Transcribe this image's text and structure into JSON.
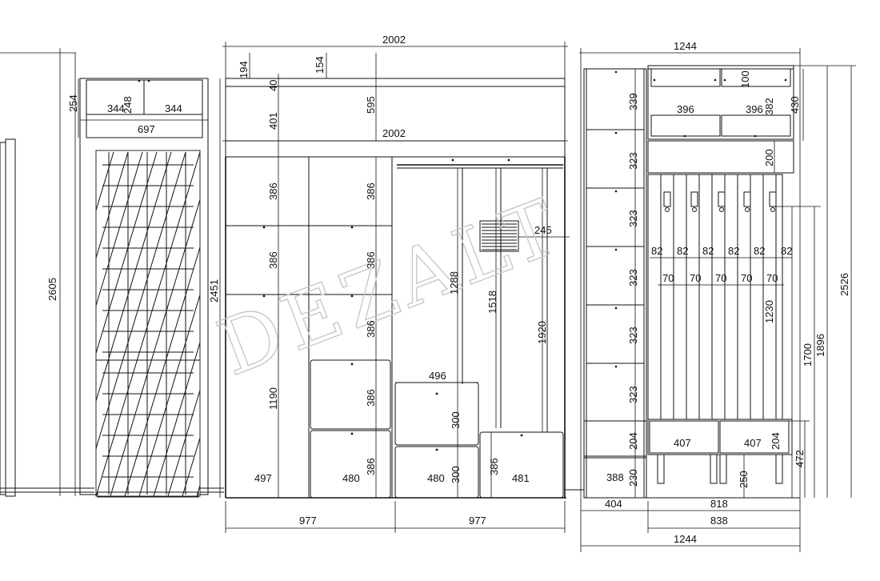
{
  "watermark": "DEZALT",
  "dims": {
    "top_width": "2002",
    "mid_width": "2002",
    "hall_top": "1244",
    "hall_bottom": "1244",
    "fridge_w": "697",
    "fridge_l": "344",
    "fridge_r": "344",
    "fridge_top": "254",
    "fridge_small": "248",
    "fridge_h": "2605",
    "wardrobe_h": "2451",
    "d194": "194",
    "d154": "154",
    "d40": "40",
    "d401": "401",
    "d595": "595",
    "c386a": "386",
    "c386b": "386",
    "c386c": "386",
    "c386d": "386",
    "c386e": "386",
    "c386f": "386",
    "c386g": "386",
    "c386h": "386",
    "d1190": "1190",
    "d1288": "1288",
    "d1518": "1518",
    "d1920": "1920",
    "d245": "245",
    "d496": "496",
    "d300a": "300",
    "d300b": "300",
    "b497": "497",
    "b480a": "480",
    "b480b": "480",
    "b481": "481",
    "w977a": "977",
    "w977b": "977",
    "s339": "339",
    "s323a": "323",
    "s323b": "323",
    "s323c": "323",
    "s323d": "323",
    "s323e": "323",
    "s204a": "204",
    "s230": "230",
    "s388": "388",
    "s404": "404",
    "h100": "100",
    "h396a": "396",
    "h396b": "396",
    "h382": "382",
    "h430": "430",
    "h200": "200",
    "k82a": "82",
    "k82b": "82",
    "k82c": "82",
    "k82d": "82",
    "k82e": "82",
    "k82f": "82",
    "k70a": "70",
    "k70b": "70",
    "k70c": "70",
    "k70d": "70",
    "k70e": "70",
    "h1230": "1230",
    "h1700": "1700",
    "h1896": "1896",
    "h2526": "2526",
    "bench407a": "407",
    "bench407b": "407",
    "bench204": "204",
    "bench472": "472",
    "bench250": "250",
    "bench818": "818",
    "bench838": "838"
  }
}
